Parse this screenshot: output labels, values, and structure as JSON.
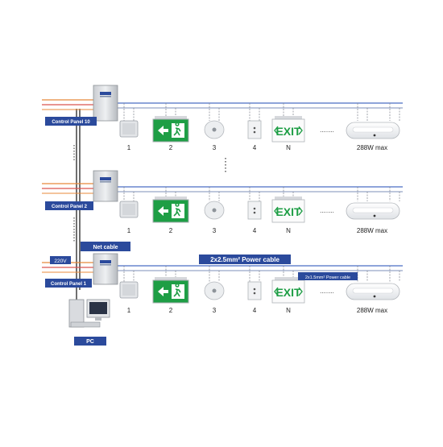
{
  "panels": {
    "top": "Control Panel 10",
    "middle": "Control Panel 2",
    "bottom": "Control Panel 1"
  },
  "device_labels": [
    "1",
    "2",
    "3",
    "4",
    "N"
  ],
  "fixture_label": "288W max",
  "ellipsis": "........",
  "cables": {
    "net": "Net cable",
    "voltage": "220V",
    "power_main": "2x2.5mm² Power cable",
    "power_branch": "2x1.5mm² Power cable"
  },
  "pc_label": "PC",
  "exit_text": "EXIT",
  "colors": {
    "label_blue": "#2b4a9c",
    "bus_blue": "#4b6ec4",
    "wire_orange": "#e8893a",
    "wire_red": "#d9534f",
    "exit_green": "#1e9e45"
  }
}
